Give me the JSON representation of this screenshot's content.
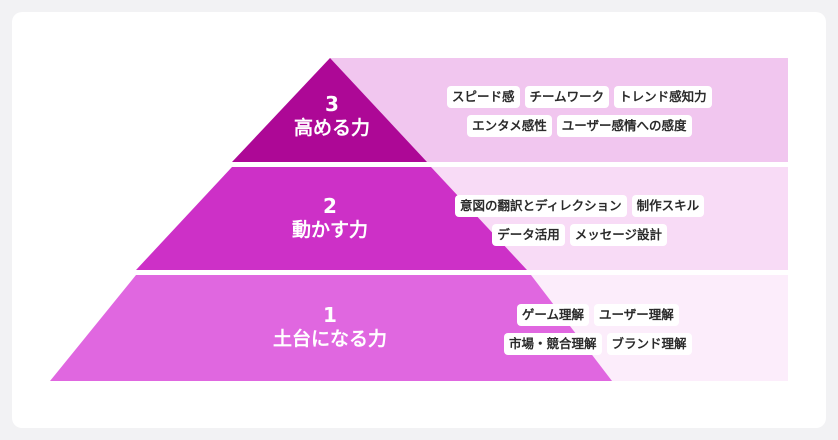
{
  "levels": [
    {
      "number": "3",
      "title": "高める力",
      "colors": {
        "shape": "#ad0896",
        "band": "#f1c6ef"
      },
      "tag_rows": [
        [
          "スピード感",
          "チームワーク",
          "トレンド感知力"
        ],
        [
          "エンタメ感性",
          "ユーザー感情への感度"
        ]
      ]
    },
    {
      "number": "2",
      "title": "動かす力",
      "colors": {
        "shape": "#cd30c7",
        "band": "#f8dbf6"
      },
      "tag_rows": [
        [
          "意図の翻訳とディレクション",
          "制作スキル"
        ],
        [
          "データ活用",
          "メッセージ設計"
        ]
      ]
    },
    {
      "number": "1",
      "title": "土台になる力",
      "colors": {
        "shape": "#e067e0",
        "band": "#fcedfb"
      },
      "tag_rows": [
        [
          "ゲーム理解",
          "ユーザー理解"
        ],
        [
          "市場・競合理解",
          "ブランド理解"
        ]
      ]
    }
  ]
}
